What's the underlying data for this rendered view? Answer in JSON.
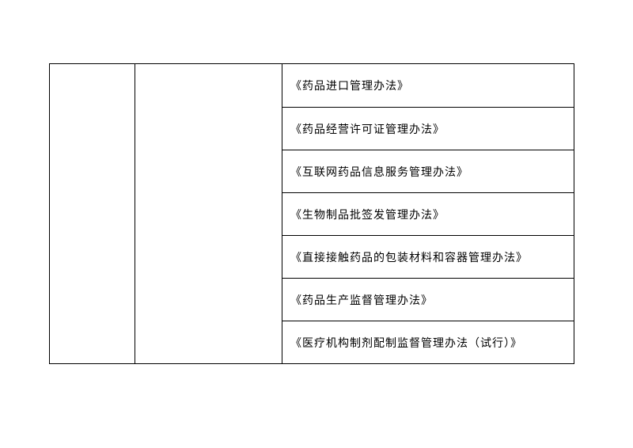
{
  "table": {
    "col1_text": "",
    "col2_text": "",
    "items": [
      "《药品进口管理办法》",
      "《药品经营许可证管理办法》",
      "《互联网药品信息服务管理办法》",
      "《生物制品批签发管理办法》",
      "《直接接触药品的包装材料和容器管理办法》",
      "《药品生产监督管理办法》",
      "《医疗机构制剂配制监督管理办法（试行）》"
    ]
  }
}
